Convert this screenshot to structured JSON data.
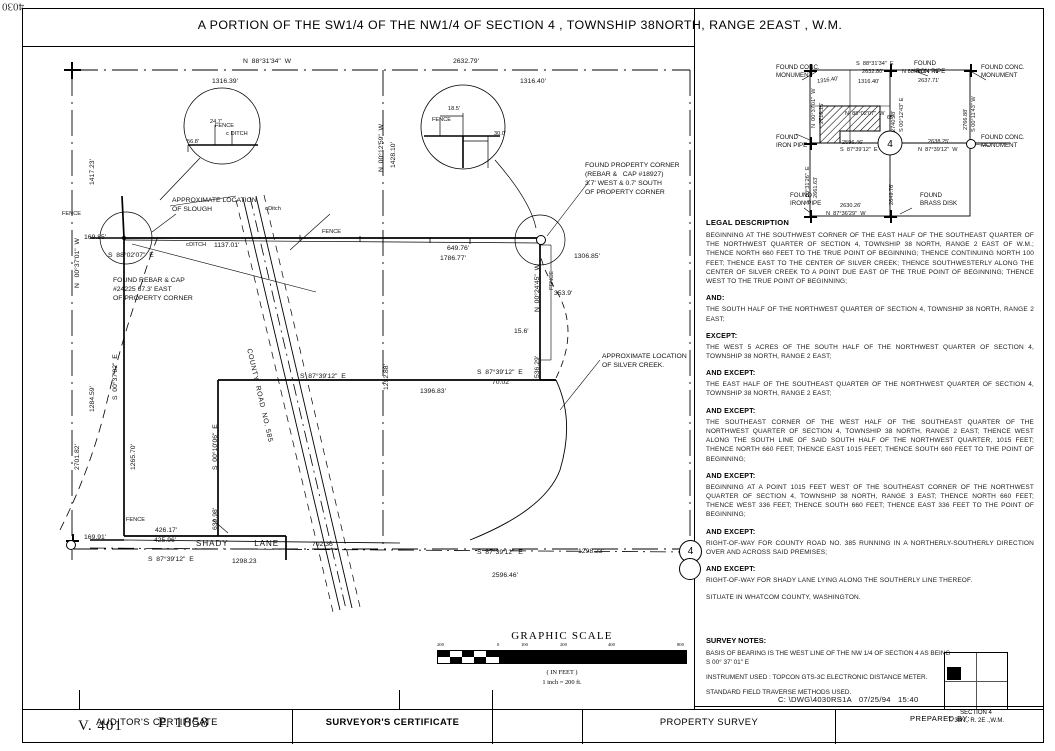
{
  "sheet": {
    "title": "A  PORTION  OF  THE  SW1/4  OF  THE  NW1/4  OF  SECTION 4 ,  TOWNSHIP   38NORTH,  RANGE  2EAST ,  W.M.",
    "file_stamp": "C: \\DWG\\4030RS1A   07/25/94   15:40",
    "handwritten_volume": "V. 401",
    "handwritten_page": "P. 1858",
    "corner_mark": "4030"
  },
  "titleblock": {
    "auditors_certificate": "AUDITOR'S CERTIFICATE",
    "surveyors_certificate": "SURVEYOR'S CERTIFICATE",
    "property_survey": "PROPERTY SURVEY",
    "prepared_by": "PREPARED BY:"
  },
  "graphic_scale": {
    "title": "GRAPHIC  SCALE",
    "unit_note": "( IN FEET )",
    "ratio": "1 inch = 200 ft.",
    "ticks": [
      "200",
      "0",
      "100",
      "200",
      "400",
      "800"
    ]
  },
  "section_key": {
    "label": "SECTION  4",
    "sub": "T. 38N.,  R. 2E .,W.M."
  },
  "legal": {
    "heading": "LEGAL DESCRIPTION",
    "body": "BEGINNING AT THE SOUTHWEST CORNER OF  THE EAST HALF OF THE SOUTHEAST QUARTER OF THE NORTHWEST QUARTER OF SECTION 4, TOWNSHIP 38 NORTH, RANGE 2 EAST OF W.M.; THENCE NORTH 660 FEET TO THE TRUE POINT OF BEGINNING; THENCE CONTINUING NORTH 100 FEET; THENCE EAST TO THE CENTER OF SILVER CREEK; THENCE SOUTHWESTERLY ALONG THE CENTER OF SILVER CREEK TO A POINT DUE EAST OF THE TRUE POINT OF BEGINNING; THENCE WEST TO THE TRUE POINT OF BEGINNING;",
    "and_label": "AND:",
    "and_body": "THE SOUTH HALF OF THE NORTHWEST QUARTER OF SECTION 4, TOWNSHIP 38 NORTH, RANGE 2 EAST;",
    "except_label": "EXCEPT:",
    "except_body": "THE WEST 5 ACRES OF THE SOUTH HALF OF THE NORTHWEST QUARTER OF SECTION 4, TOWNSHIP 38 NORTH, RANGE 2 EAST;",
    "and_except_1_label": "AND EXCEPT:",
    "and_except_1_body": "THE EAST HALF OF THE SOUTHEAST QUARTER OF THE NORTHWEST QUARTER OF SECTION 4, TOWNSHIP 38 NORTH, RANGE 2 EAST;",
    "and_except_2_label": "AND EXCEPT:",
    "and_except_2_body": "THE SOUTHEAST CORNER OF THE WEST HALF OF THE SOUTHEAST QUARTER OF THE NORTHWEST QUARTER OF SECTION 4, TOWNSHIP 38 NORTH, RANGE 2 EAST; THENCE WEST ALONG THE SOUTH LINE OF SAID SOUTH HALF OF THE NORTHWEST QUARTER, 1015 FEET; THENCE NORTH 660 FEET; THENCE EAST 1015 FEET; THENCE SOUTH 660 FEET TO THE POINT OF BEGINNING;",
    "and_except_3_label": "AND EXCEPT:",
    "and_except_3_body": "BEGINNING AT A POINT 1015 FEET WEST OF THE SOUTHEAST CORNER OF THE NORTHWEST QUARTER OF SECTION 4, TOWNSHIP 38 NORTH, RANGE 3 EAST; THENCE NORTH 660 FEET; THENCE WEST 336 FEET; THENCE SOUTH 660 FEET; THENCE EAST 336 FEET TO THE POINT OF BEGINNING;",
    "and_except_4_label": "AND EXCEPT:",
    "and_except_4_body": "RIGHT-OF-WAY FOR COUNTY ROAD NO. 385 RUNNING IN A NORTHERLY-SOUTHERLY DIRECTION OVER AND ACROSS SAID PREMISES;",
    "and_except_5_label": "AND EXCEPT:",
    "and_except_5_body": "RIGHT-OF-WAY FOR SHADY LANE LYING ALONG THE SOUTHERLY LINE THEREOF.",
    "situate": "SITUATE IN WHATCOM COUNTY, WASHINGTON."
  },
  "survey_notes": {
    "heading": "SURVEY NOTES:",
    "note1": "BASIS OF BEARING IS THE WEST LINE OF THE NW 1/4 OF SECTION 4 AS BEING S 00° 37' 01\" E",
    "note2": "INSTRUMENT USED :  TOPCON GTS-3C ELECTRONIC DISTANCE METER.",
    "note3": "STANDARD FIELD TRAVERSE METHODS USED."
  },
  "map_labels": {
    "north_bearing": "N  88°31'34\"  W",
    "north_dist_1": "1316.39'",
    "north_dist_2": "2632.79'",
    "north_dist_3": "1316.40'",
    "west_bearing": "N   00°37'01\"  W",
    "west_dist_1": "1417.23'",
    "west_dist_2": "1284.59'",
    "west_dist_3": "2701.82'",
    "west_inner_bearing": "S  00°37'02\"  E",
    "west_inner_dist": "1265.70'",
    "center_bearing": "N  00°12'59\"  W",
    "center_dist": "1428.10'",
    "slough_note": "APPROXIMATE LOCATION\nOF SLOUGH",
    "creek_note": "APPROXIMATE LOCATION\nOF SILVER CREEK.",
    "rebar_note": "FOUND REBAR & CAP\n#24225 67.3' EAST\nOF PROPERTY CORNER",
    "corner_note": "FOUND PROPERTY CORNER\n(REBAR &   CAP #18927)\n3.7' WEST & 0.7' SOUTH\nOF PROPERTY CORNER",
    "ditch_bearing": "S  88°02'07\"  E",
    "ditch_dist": "1137.01'",
    "dist_169_85": "169.85'",
    "dist_169_91": "169.91'",
    "dist_649_76": "649.76'",
    "dist_1786_77": "1786.77'",
    "dist_1306_85": "1306.85'",
    "dist_353_9": "353.9'",
    "dist_15_6": "15.6'",
    "bearing_n0024": "N  00°24'45\"  W",
    "dist_536_29": "536.29'",
    "bearing_s8739_1": "S  87°39'12\"  E",
    "dist_70_02": "70.02'",
    "dist_1396_83": "1396.83'",
    "dist_1292_88": "1292.88'",
    "bearing_s0010": "S  00°10'06\"  E",
    "dist_639_98": "639.98'",
    "county_road": "COUNTY  ROAD  NO. 585",
    "shady_lane": "SHADY        LANE",
    "dist_426_17": "426.17'",
    "dist_425_96": "425.96'",
    "bearing_s8739_2": "S  87°39'12\"  E",
    "dist_1298_23": "1298.23",
    "dist_702_36": "702.36'",
    "bearing_s8739_3": "S  87°39'12\"  E",
    "dist_2596_46": "2596.46'",
    "dist_1298_23b": "1298.23'",
    "fence": "FENCE",
    "ditch": "DITCH",
    "detail_18_5": "18.5'",
    "detail_30_0": "30.0'",
    "detail_24_7": "24.7'",
    "detail_56_8": "56.8'"
  },
  "inset": {
    "found_conc_monument_nw": "FOUND CONC.\nMONUMENT",
    "found_iron_pipe_n": "FOUND\nIRON PIPE",
    "found_conc_monument_ne": "FOUND CONC.\nMONUMENT",
    "found_iron_pipe_w": "FOUND\nIRON PIPE",
    "found_conc_monument_e": "FOUND CONC.\nMONUMENT",
    "found_iron_pipe_sw": "FOUND\nIRON PIPE",
    "found_brass_disk": "FOUND\nBRASS DISK",
    "top_bearing": "S  88°31'34\"  E",
    "top_dist": "2632.80'",
    "top_dist_l": "1316.40'",
    "top_dist_r": "1316.40'",
    "top_right_bearing": "N 88°40'04\" W",
    "top_right_dist": "2637.71'",
    "mid_bearing": "N  88°02'07\"  W",
    "mid_dist": "65'",
    "bottom_bearing": "S  87°39'12\"  E",
    "bottom_dist": "2596.46'",
    "right_bearing": "N  87°39'12\"  W",
    "right_dist": "2638.25'",
    "sw_bearing": "S  00°31'26\"  E",
    "sw_dist": "2661.63'",
    "s_bearing": "N  87°36'29\"  W",
    "s_dist": "2630.26'",
    "left_v_bearing": "N  00°37'01\"  W",
    "left_v_dist": "2710.16'",
    "c_v_bearing": "S 00°12'43\" E",
    "c_v_dist": "2740.28'",
    "c_v2_dist": "2649.76'",
    "r_v_bearing": "S 00°11'43\" W",
    "r_v_dist": "2766.88'",
    "section_no": "4"
  }
}
